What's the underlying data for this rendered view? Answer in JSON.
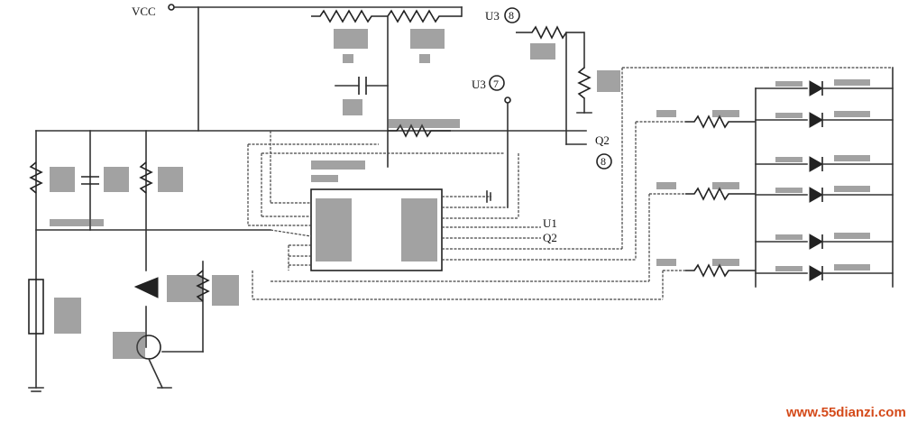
{
  "labels": {
    "vcc": "VCC",
    "u3_top": "U3",
    "u3_top_pin": "8",
    "u3_mid": "U3",
    "u3_mid_pin": "7",
    "q2_right": "Q2",
    "q2_right_pin": "8",
    "u1": "U1",
    "q2": "Q2"
  },
  "watermark": "www.55dianzi.com"
}
